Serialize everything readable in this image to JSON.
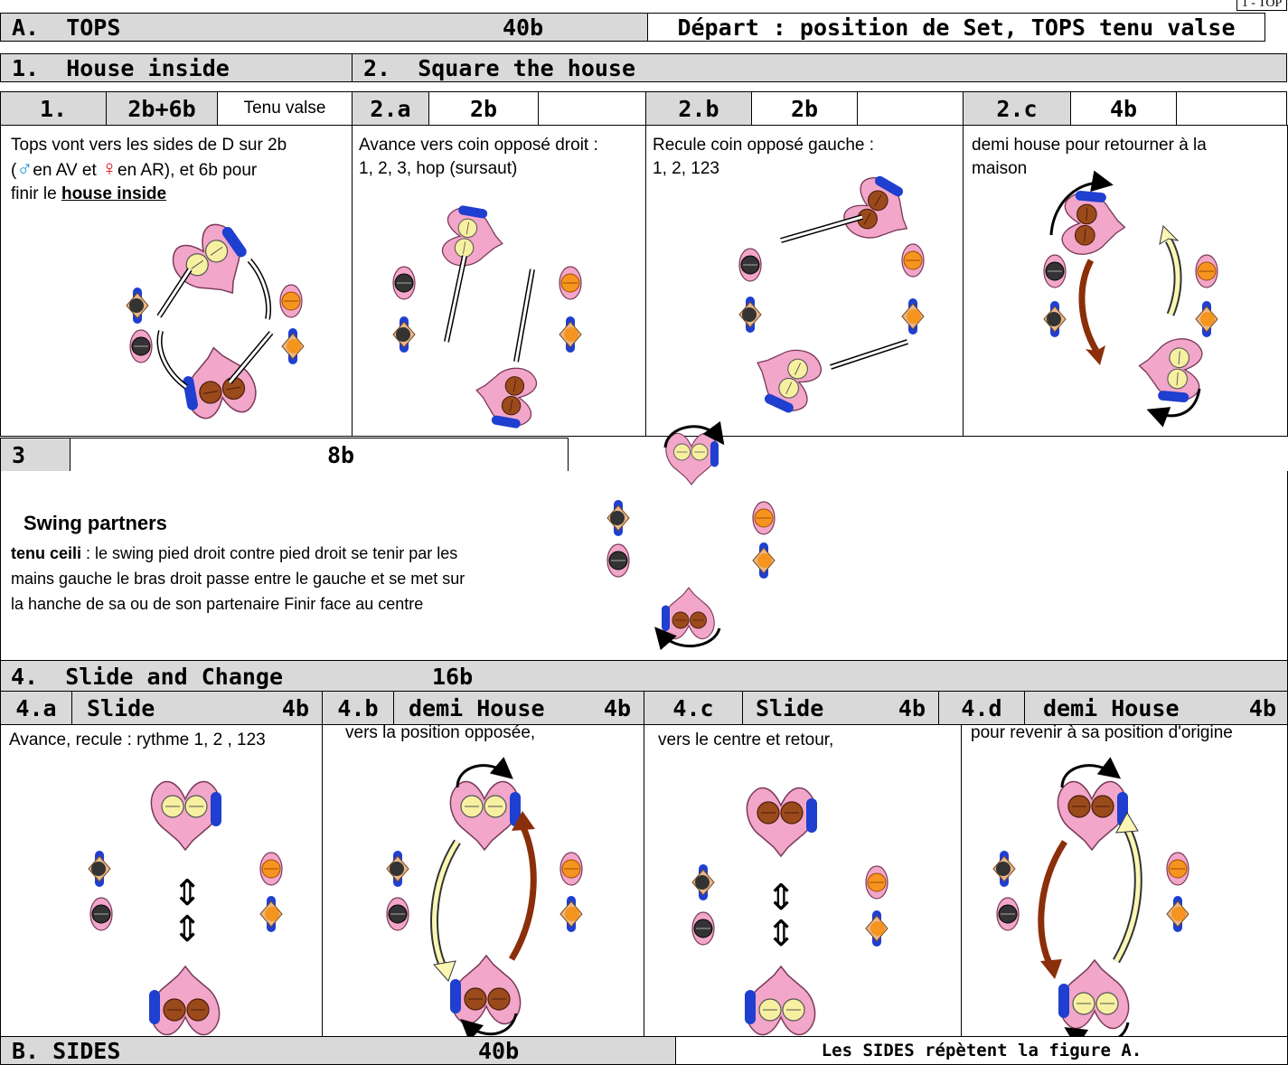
{
  "page_ref": "1 - TOP",
  "sectionA": {
    "label": "A.  TOPS",
    "beats": "40b",
    "start": "Départ : position de Set, TOPS tenu valse"
  },
  "part1": {
    "title": "1.  House inside",
    "num": "1.",
    "beats": "2b+6b",
    "hold": "Tenu valse",
    "line1": "Tops vont vers les sides de D sur 2b",
    "line2_open": "(",
    "male_symbol": "♂",
    "line2_mid": "en AV et ",
    "female_symbol": "♀",
    "line2_end": "en AR), et 6b pour",
    "line3_pre": "finir le ",
    "line3_bold": "house inside"
  },
  "part2": {
    "title": "2.  Square the house",
    "a": {
      "num": "2.a",
      "beats": "2b",
      "line1": "Avance vers coin opposé droit :",
      "line2": "1, 2, 3, hop (sursaut)"
    },
    "b": {
      "num": "2.b",
      "beats": "2b",
      "line1": "Recule coin opposé gauche :",
      "line2": "1, 2, 123"
    },
    "c": {
      "num": "2.c",
      "beats": "4b",
      "line1": "demi house pour retourner à la",
      "line2": "maison"
    }
  },
  "part3": {
    "num": "3",
    "beats": "8b",
    "title": "Swing partners",
    "hold_bold": "tenu ceili",
    "line1": "  : le swing pied droit contre pied droit se tenir par  les",
    "line2": "mains gauche le bras droit passe entre le gauche et se met sur",
    "line3": "la hanche de sa ou de son partenaire  Finir face au centre"
  },
  "part4": {
    "title": "4.  Slide and Change",
    "beats": "16b",
    "a": {
      "num": "4.a",
      "name": "Slide",
      "beats": "4b",
      "text": "Avance, recule :  rythme 1, 2 , 123"
    },
    "b": {
      "num": "4.b",
      "name": "demi House",
      "beats": "4b",
      "text": "vers la position opposée,"
    },
    "c": {
      "num": "4.c",
      "name": "Slide",
      "beats": "4b",
      "text": "vers le centre et retour,"
    },
    "d": {
      "num": "4.d",
      "name": "demi House",
      "beats": "4b",
      "text": "pour revenir à sa position d'origine"
    }
  },
  "sectionB": {
    "label": "B. SIDES",
    "beats": "40b",
    "note": "Les SIDES  répètent la figure A."
  },
  "colors": {
    "header_gray": "#d9d9d9",
    "dancer_pink": "#f2a6c9",
    "dancer_yellow": "#f7f0a0",
    "dancer_brown": "#9b4a1c",
    "dancer_black": "#333333",
    "dancer_orange": "#f5951f",
    "arm_blue": "#1e3fd0",
    "arrow_brown": "#8b2e0a",
    "arrow_yellow": "#fbf6b4"
  }
}
